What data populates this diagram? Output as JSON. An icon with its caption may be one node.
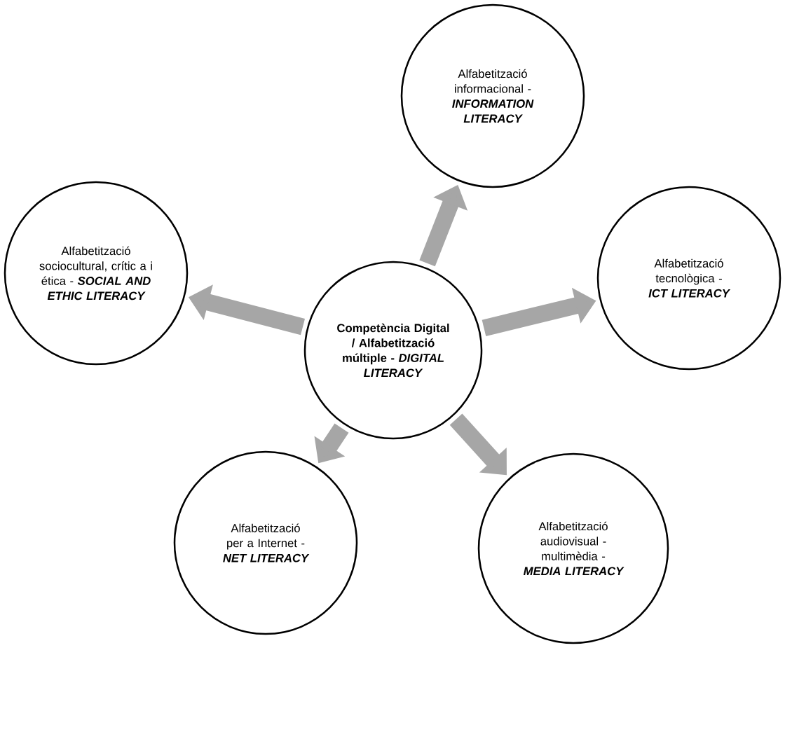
{
  "diagram": {
    "nodes": [
      {
        "text": [
          "Competència Digital / Alfabetització múltiple - *DIGITAL LITERACY*"
        ]
      },
      {
        "text": [
          "Alfabetització informacional - **INFORMATION LITERACY**"
        ]
      },
      {
        "text": [
          "Alfabetització tecnològica - **ICT LITERACY**"
        ]
      },
      {
        "text": [
          "Alfabetització audiovisual - multimèdia - **MEDIA LITERACY**"
        ]
      },
      {
        "text": [
          "Alfabetització per a Internet - **NET LITERACY**"
        ]
      },
      {
        "text": [
          "Alfabetització sociocultural, crític a i ética - **SOCIAL AND ETHIC LITERACY**"
        ]
      }
    ],
    "edges": [
      {
        "from": 0,
        "to": 1,
        "arrow": "to"
      },
      {
        "from": 0,
        "to": 2,
        "arrow": "to"
      },
      {
        "from": 0,
        "to": 3,
        "arrow": "to"
      },
      {
        "from": 0,
        "to": 4,
        "arrow": "to"
      },
      {
        "from": 0,
        "to": 5,
        "arrow": "to"
      }
    ]
  }
}
